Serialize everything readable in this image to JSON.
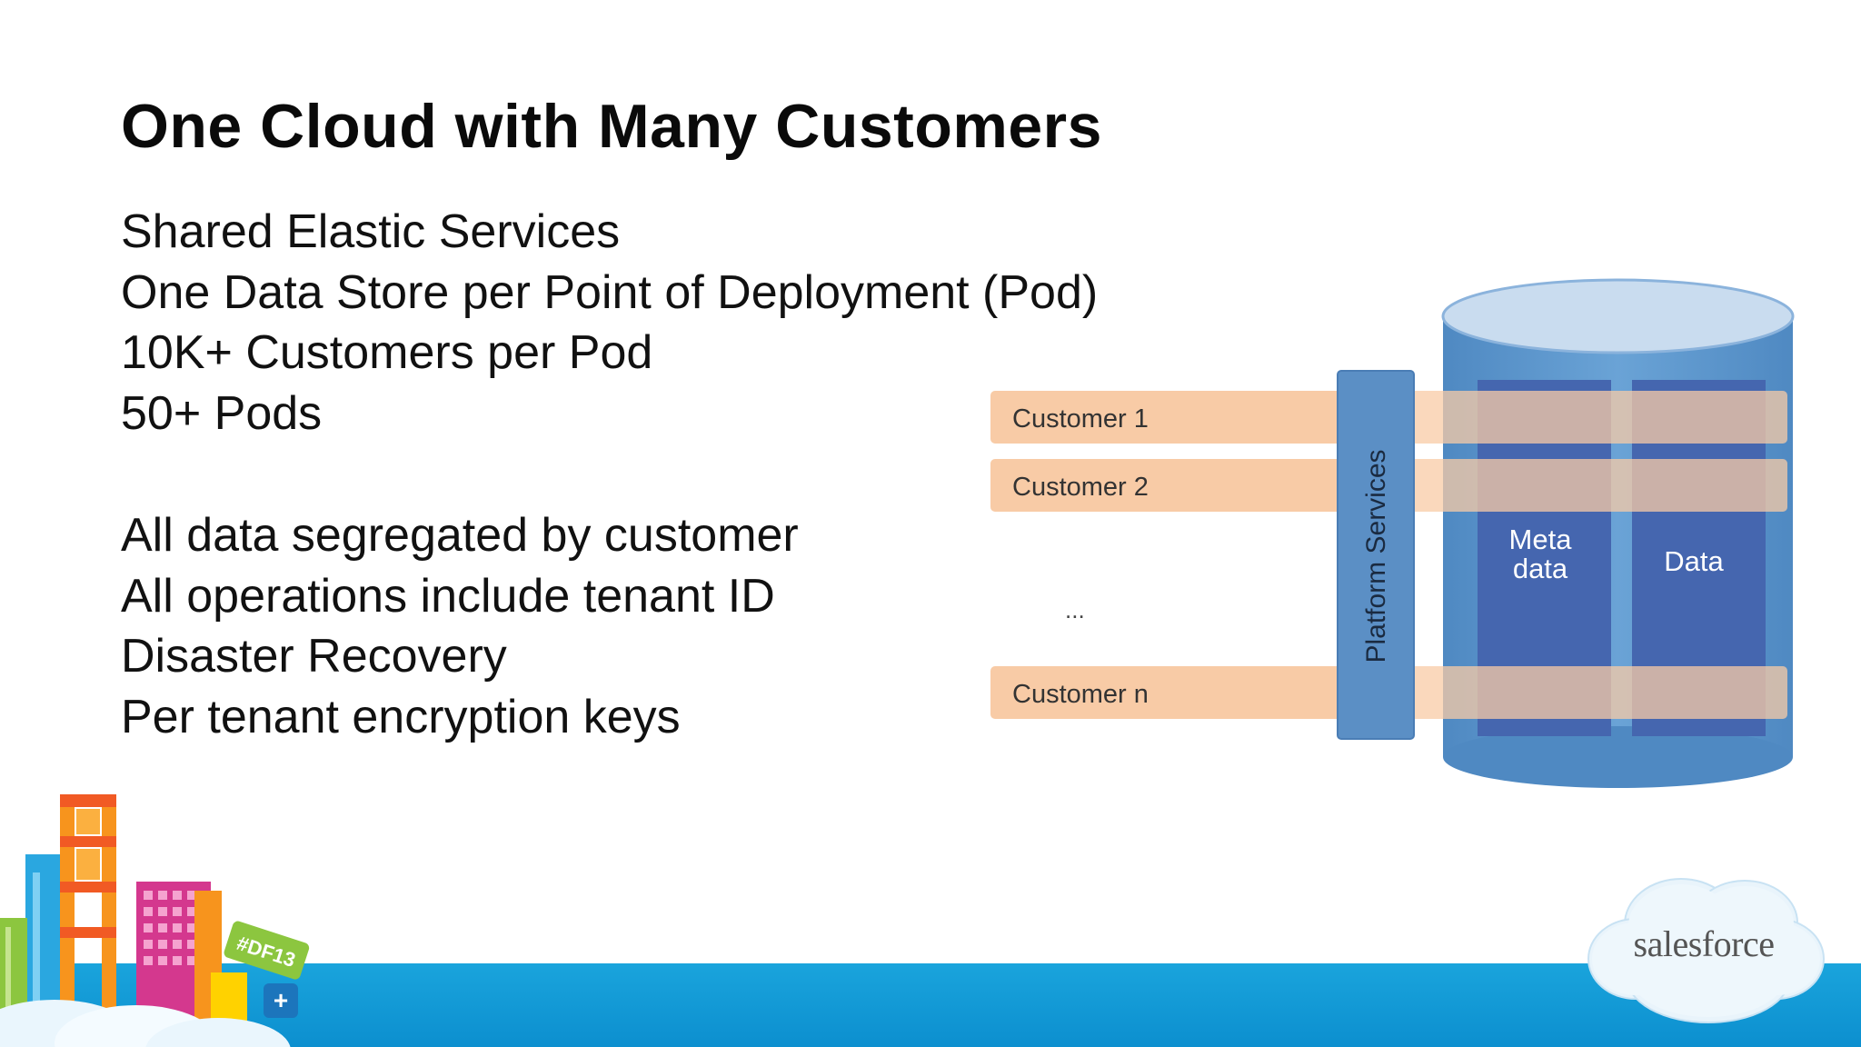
{
  "slide": {
    "title": "One Cloud with Many Customers",
    "bullets_group1": [
      "Shared Elastic Services",
      "One Data Store per Point of Deployment (Pod)",
      "10K+ Customers per Pod",
      "50+ Pods"
    ],
    "bullets_group2": [
      "All data segregated by customer",
      "All operations include tenant ID",
      "Disaster Recovery",
      "Per tenant encryption keys"
    ]
  },
  "diagram": {
    "customers": [
      "Customer 1",
      "Customer 2",
      "Customer n"
    ],
    "ellipsis": "...",
    "platform_label": "Platform Services",
    "meta_label_line1": "Meta",
    "meta_label_line2": "data",
    "data_label": "Data",
    "colors": {
      "customer_bar": "#f8cba6",
      "platform": "#5b8fc5",
      "cylinder": "#5e98cd",
      "column": "#4566af"
    }
  },
  "branding": {
    "logo_text": "salesforce",
    "event_badge": "#DF13"
  }
}
